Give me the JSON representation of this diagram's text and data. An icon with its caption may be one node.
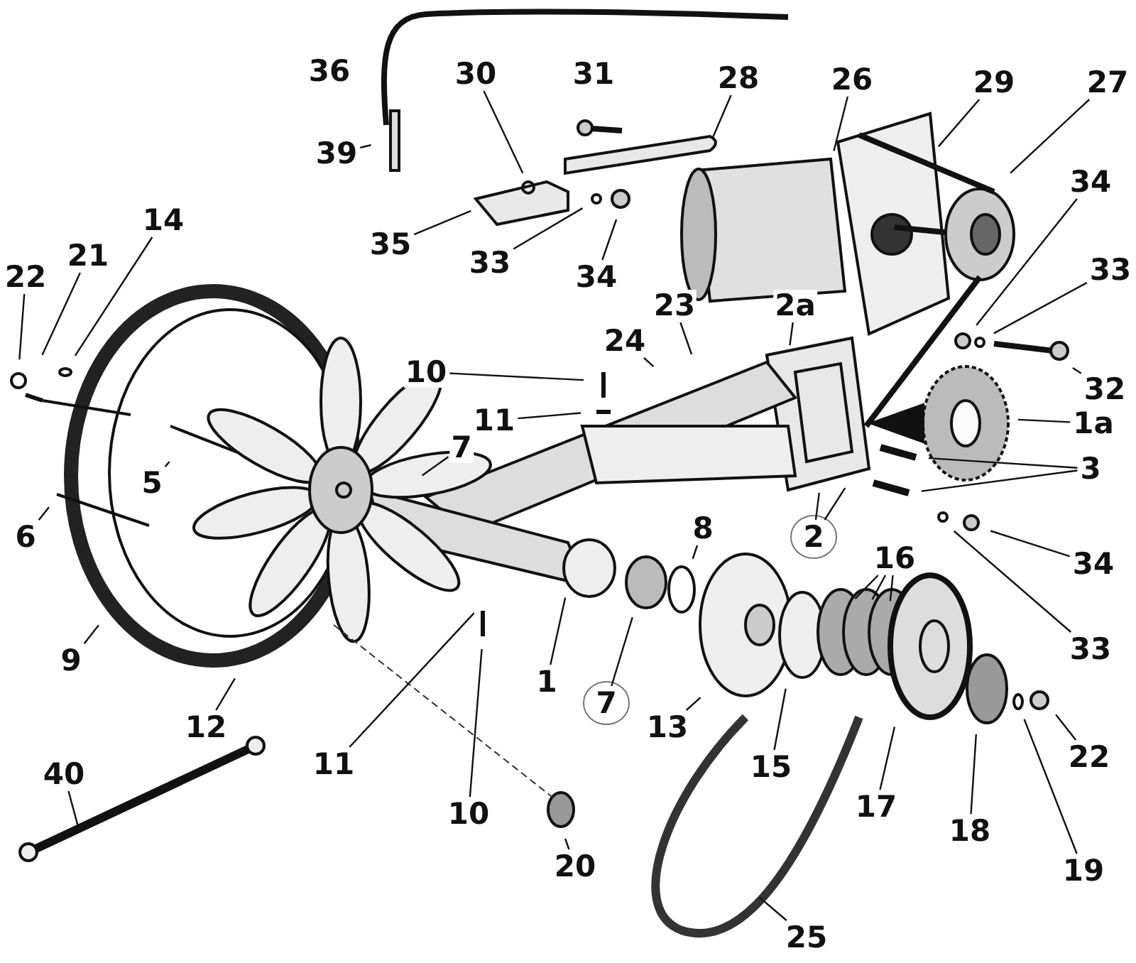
{
  "diagram": {
    "nodes": [
      {
        "text": [
          "39"
        ]
      },
      {
        "text": [
          "30"
        ]
      },
      {
        "text": [
          "28"
        ]
      },
      {
        "text": [
          "26"
        ]
      },
      {
        "text": [
          "29"
        ]
      },
      {
        "text": [
          "27"
        ]
      },
      {
        "text": [
          "14"
        ]
      },
      {
        "text": [
          "21"
        ]
      },
      {
        "text": [
          "22"
        ]
      },
      {
        "text": [
          "35"
        ]
      },
      {
        "text": [
          "33"
        ]
      },
      {
        "text": [
          "34"
        ]
      },
      {
        "text": [
          "34"
        ]
      },
      {
        "text": [
          "33"
        ]
      },
      {
        "text": [
          "32"
        ]
      },
      {
        "text": [
          "23"
        ]
      },
      {
        "text": [
          "24"
        ]
      },
      {
        "text": [
          "2a"
        ]
      },
      {
        "text": [
          "10"
        ]
      },
      {
        "text": [
          "11"
        ]
      },
      {
        "text": [
          "1a"
        ]
      },
      {
        "text": [
          "7"
        ]
      },
      {
        "text": [
          "5"
        ]
      },
      {
        "text": [
          "6"
        ]
      },
      {
        "text": [
          "3"
        ]
      },
      {
        "text": [
          "2"
        ]
      },
      {
        "text": [
          "34"
        ]
      },
      {
        "text": [
          "33"
        ]
      },
      {
        "text": [
          "8"
        ]
      },
      {
        "text": [
          "1"
        ]
      },
      {
        "text": [
          "9"
        ]
      },
      {
        "text": [
          "12"
        ]
      },
      {
        "text": [
          "7"
        ]
      },
      {
        "text": [
          "13"
        ]
      },
      {
        "text": [
          "16"
        ]
      },
      {
        "text": [
          "15"
        ]
      },
      {
        "text": [
          "17"
        ]
      },
      {
        "text": [
          "22"
        ]
      },
      {
        "text": [
          "11"
        ]
      },
      {
        "text": [
          "10"
        ]
      },
      {
        "text": [
          "20"
        ]
      },
      {
        "text": [
          "18"
        ]
      },
      {
        "text": [
          "19"
        ]
      },
      {
        "text": [
          "25"
        ]
      },
      {
        "text": [
          "40"
        ]
      },
      {
        "text": [
          "36"
        ]
      },
      {
        "text": [
          "31"
        ]
      }
    ],
    "edges": [
      {
        "from": 0,
        "to": null,
        "arrow": "none"
      },
      {
        "from": 1,
        "to": null,
        "arrow": "none"
      },
      {
        "from": 2,
        "to": null,
        "arrow": "none"
      },
      {
        "from": 3,
        "to": null,
        "arrow": "none"
      },
      {
        "from": 4,
        "to": null,
        "arrow": "none"
      },
      {
        "from": 5,
        "to": null,
        "arrow": "none"
      },
      {
        "from": 6,
        "to": null,
        "arrow": "none"
      },
      {
        "from": 7,
        "to": null,
        "arrow": "none"
      },
      {
        "from": 8,
        "to": null,
        "arrow": "none"
      },
      {
        "from": 9,
        "to": null,
        "arrow": "none"
      },
      {
        "from": 10,
        "to": null,
        "arrow": "none"
      },
      {
        "from": 11,
        "to": null,
        "arrow": "none"
      },
      {
        "from": 12,
        "to": null,
        "arrow": "none"
      },
      {
        "from": 13,
        "to": null,
        "arrow": "none"
      },
      {
        "from": 14,
        "to": null,
        "arrow": "none"
      },
      {
        "from": 15,
        "to": null,
        "arrow": "none"
      },
      {
        "from": 16,
        "to": null,
        "arrow": "none"
      },
      {
        "from": 17,
        "to": null,
        "arrow": "none"
      },
      {
        "from": 18,
        "to": null,
        "arrow": "none"
      },
      {
        "from": 19,
        "to": null,
        "arrow": "none"
      },
      {
        "from": 20,
        "to": null,
        "arrow": "none"
      },
      {
        "from": 21,
        "to": null,
        "arrow": "none"
      },
      {
        "from": 22,
        "to": null,
        "arrow": "none"
      },
      {
        "from": 23,
        "to": null,
        "arrow": "none"
      },
      {
        "from": 24,
        "to": null,
        "arrow": "none"
      },
      {
        "from": 24,
        "to": null,
        "arrow": "none"
      },
      {
        "from": 25,
        "to": null,
        "arrow": "none"
      },
      {
        "from": 25,
        "to": null,
        "arrow": "none"
      },
      {
        "from": 26,
        "to": null,
        "arrow": "none"
      },
      {
        "from": 27,
        "to": null,
        "arrow": "none"
      },
      {
        "from": 28,
        "to": null,
        "arrow": "none"
      },
      {
        "from": 29,
        "to": null,
        "arrow": "none"
      },
      {
        "from": 30,
        "to": null,
        "arrow": "none"
      },
      {
        "from": 31,
        "to": null,
        "arrow": "none"
      },
      {
        "from": 32,
        "to": null,
        "arrow": "none"
      },
      {
        "from": 33,
        "to": null,
        "arrow": "none"
      },
      {
        "from": 34,
        "to": null,
        "arrow": "none"
      },
      {
        "from": 34,
        "to": null,
        "arrow": "none"
      },
      {
        "from": 34,
        "to": null,
        "arrow": "none"
      },
      {
        "from": 35,
        "to": null,
        "arrow": "none"
      },
      {
        "from": 36,
        "to": null,
        "arrow": "none"
      },
      {
        "from": 37,
        "to": null,
        "arrow": "none"
      },
      {
        "from": 38,
        "to": null,
        "arrow": "none"
      },
      {
        "from": 39,
        "to": null,
        "arrow": "none"
      },
      {
        "from": 40,
        "to": null,
        "arrow": "none"
      },
      {
        "from": 41,
        "to": null,
        "arrow": "none"
      },
      {
        "from": 42,
        "to": null,
        "arrow": "none"
      },
      {
        "from": 43,
        "to": null,
        "arrow": "none"
      },
      {
        "from": 44,
        "to": null,
        "arrow": "none"
      }
    ]
  }
}
